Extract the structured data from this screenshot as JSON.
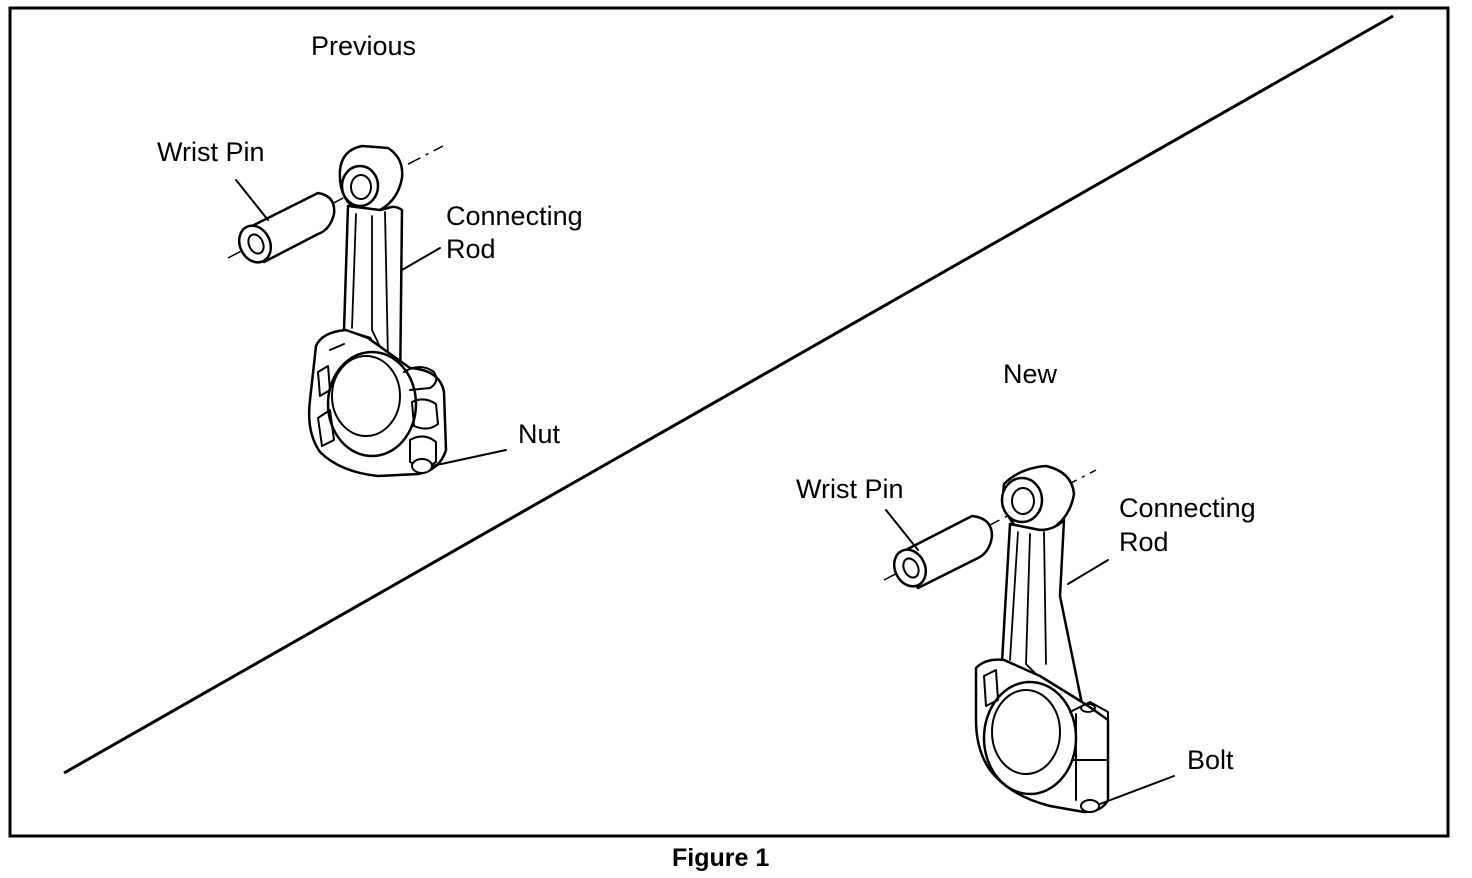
{
  "figure": {
    "caption": "Figure 1",
    "previous": {
      "heading": "Previous",
      "wrist_pin_label": "Wrist Pin",
      "rod_label_line1": "Connecting",
      "rod_label_line2": "Rod",
      "fastener_label": "Nut"
    },
    "new": {
      "heading": "New",
      "wrist_pin_label": "Wrist Pin",
      "rod_label_line1": "Connecting",
      "rod_label_line2": "Rod",
      "fastener_label": "Bolt"
    }
  }
}
